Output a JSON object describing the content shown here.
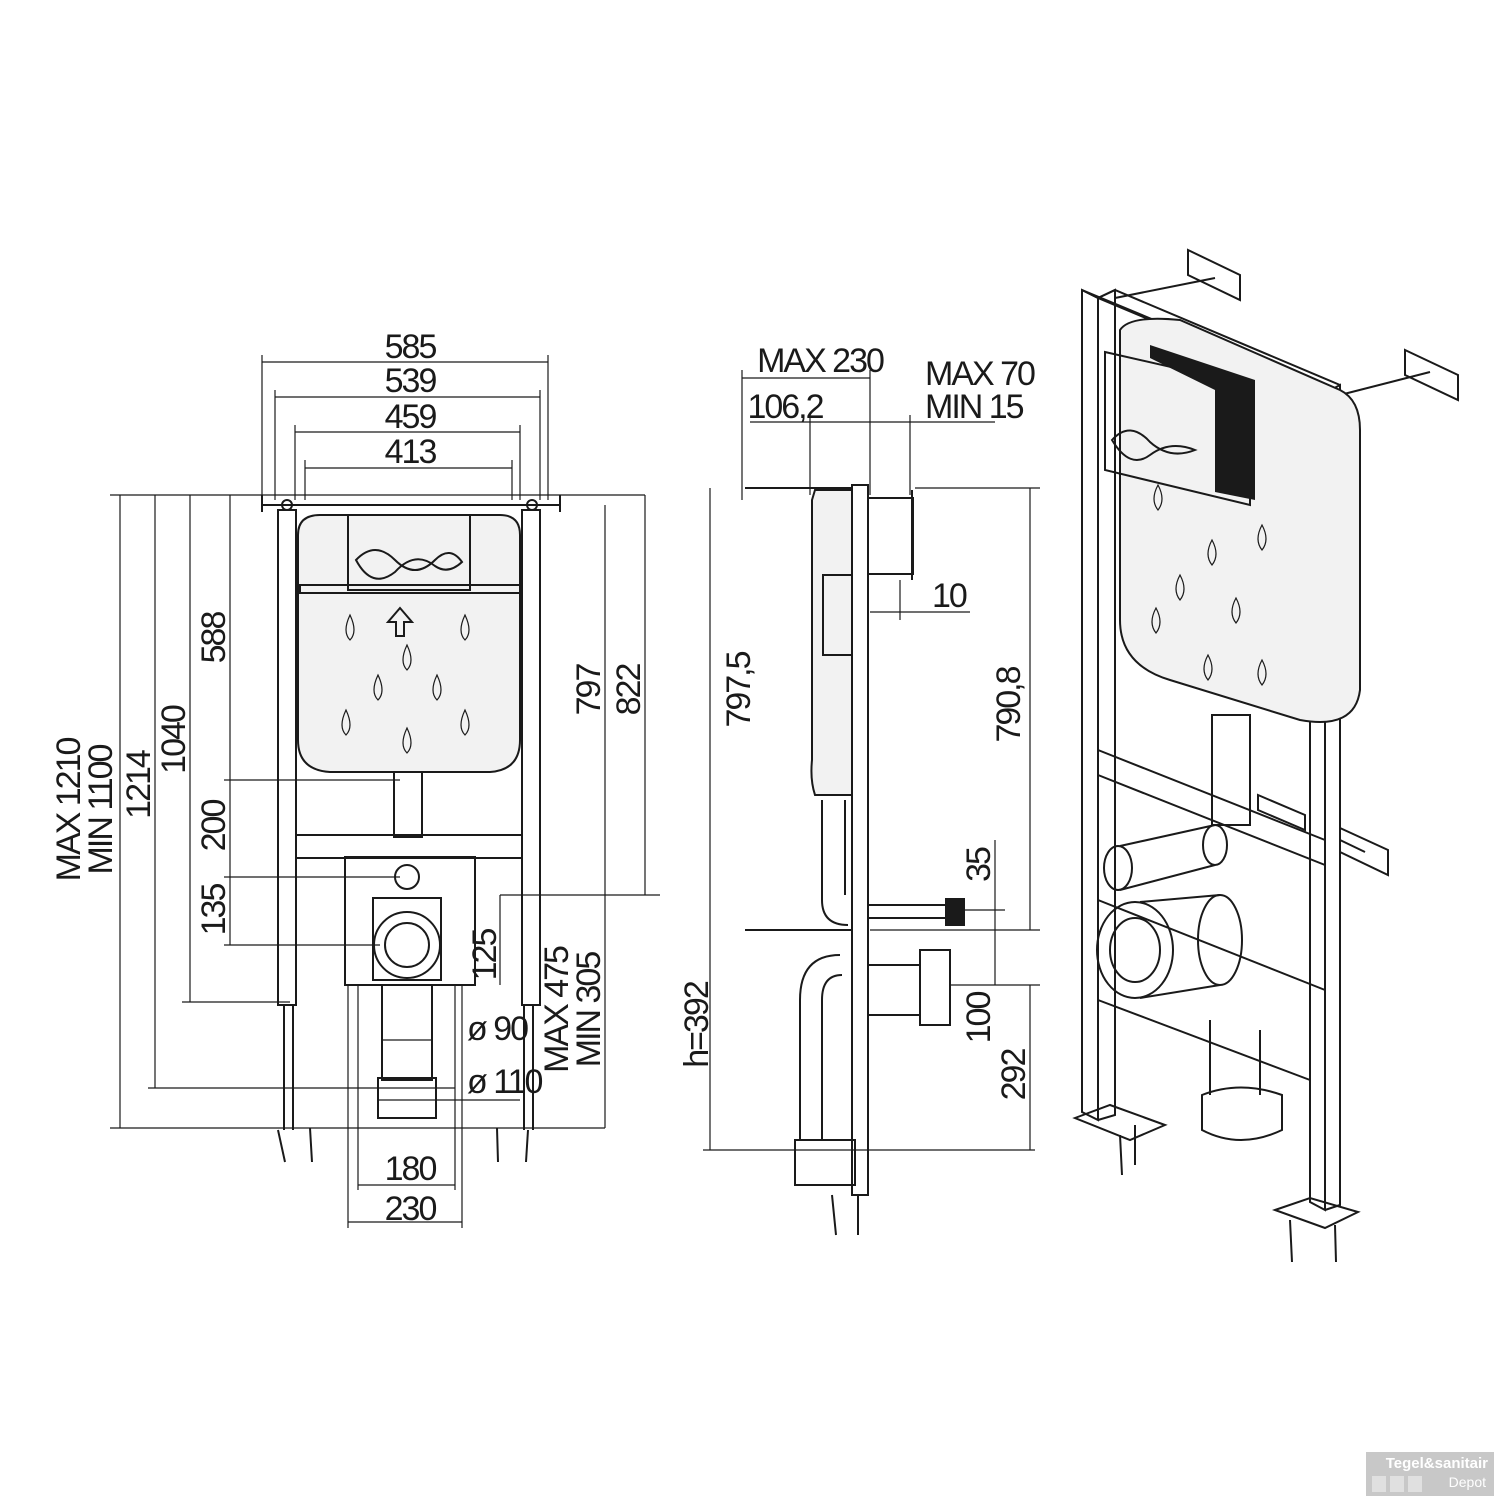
{
  "front_view": {
    "widths": [
      "585",
      "539",
      "459",
      "413"
    ],
    "heights_left": [
      "MAX 1210",
      "MIN 1100",
      "1214",
      "1040",
      "588",
      "200",
      "135"
    ],
    "heights_right": [
      "797",
      "822",
      "MAX 475",
      "MIN 305",
      "125"
    ],
    "pipes": [
      "ø 90",
      "ø 110"
    ],
    "bottom": [
      "180",
      "230"
    ]
  },
  "side_view": {
    "top": [
      "MAX 230",
      "106,2",
      "MAX 70",
      "MIN 15",
      "10"
    ],
    "heights": [
      "797,5",
      "h=392",
      "790,8",
      "35",
      "100",
      "292"
    ]
  },
  "watermark": {
    "line1": "Tegel&sanitair",
    "line2": "Depot"
  }
}
